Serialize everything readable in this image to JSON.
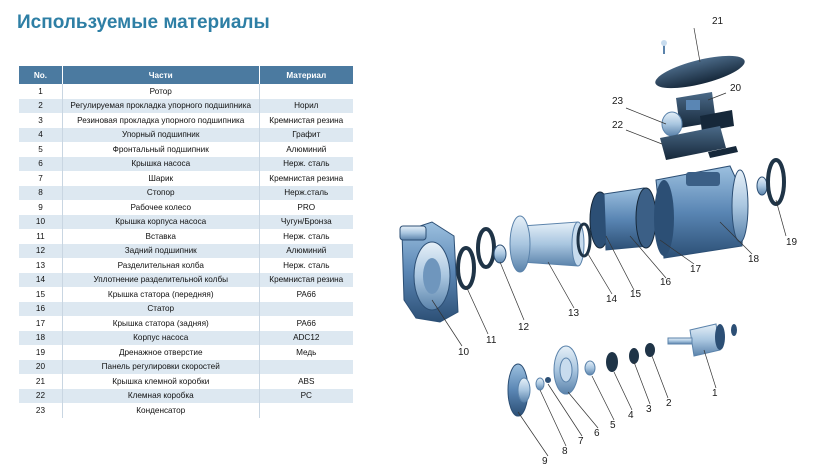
{
  "title": "Используемые материалы",
  "table": {
    "headers": [
      "No.",
      "Части",
      "Материал"
    ],
    "rows": [
      {
        "no": "1",
        "part": "Ротор",
        "material": ""
      },
      {
        "no": "2",
        "part": "Регулируемая прокладка упорного подшипника",
        "material": "Норил"
      },
      {
        "no": "3",
        "part": "Резиновая прокладка упорного подшипника",
        "material": "Кремнистая резина"
      },
      {
        "no": "4",
        "part": "Упорный подшипник",
        "material": "Графит"
      },
      {
        "no": "5",
        "part": "Фронтальный подшипник",
        "material": "Алюминий"
      },
      {
        "no": "6",
        "part": "Крышка насоса",
        "material": "Нерж. сталь"
      },
      {
        "no": "7",
        "part": "Шарик",
        "material": "Кремнистая резина"
      },
      {
        "no": "8",
        "part": "Стопор",
        "material": "Нерж.сталь"
      },
      {
        "no": "9",
        "part": "Рабочее колесо",
        "material": "PRO"
      },
      {
        "no": "10",
        "part": "Крышка корпуса насоса",
        "material": "Чугун/Бронза"
      },
      {
        "no": "11",
        "part": "Вставка",
        "material": "Нерж. сталь"
      },
      {
        "no": "12",
        "part": "Задний подшипник",
        "material": "Алюминий"
      },
      {
        "no": "13",
        "part": "Разделительная колба",
        "material": "Нерж. сталь"
      },
      {
        "no": "14",
        "part": "Уплотнение разделительной колбы",
        "material": "Кремнистая резина"
      },
      {
        "no": "15",
        "part": "Крышка статора (передняя)",
        "material": "PA66"
      },
      {
        "no": "16",
        "part": "Статор",
        "material": ""
      },
      {
        "no": "17",
        "part": "Крышка статора (задняя)",
        "material": "PA66"
      },
      {
        "no": "18",
        "part": "Корпус насоса",
        "material": "ADC12"
      },
      {
        "no": "19",
        "part": "Дренажное отверстие",
        "material": "Медь"
      },
      {
        "no": "20",
        "part": "Панель регулировки скоростей",
        "material": ""
      },
      {
        "no": "21",
        "part": "Крышка клемной коробки",
        "material": "ABS"
      },
      {
        "no": "22",
        "part": "Клемная коробка",
        "material": "PC"
      },
      {
        "no": "23",
        "part": "Конденсатор",
        "material": ""
      }
    ]
  },
  "diagram": {
    "callouts": [
      "1",
      "2",
      "3",
      "4",
      "5",
      "6",
      "7",
      "8",
      "9",
      "10",
      "11",
      "12",
      "13",
      "14",
      "15",
      "16",
      "17",
      "18",
      "19",
      "20",
      "21",
      "22",
      "23"
    ]
  },
  "colors": {
    "title": "#2e7fa5",
    "header_bg": "#4b7aa0",
    "row_alt": "#dde8f1",
    "part_blue": "#5a86b4",
    "part_dark": "#1f3447"
  }
}
